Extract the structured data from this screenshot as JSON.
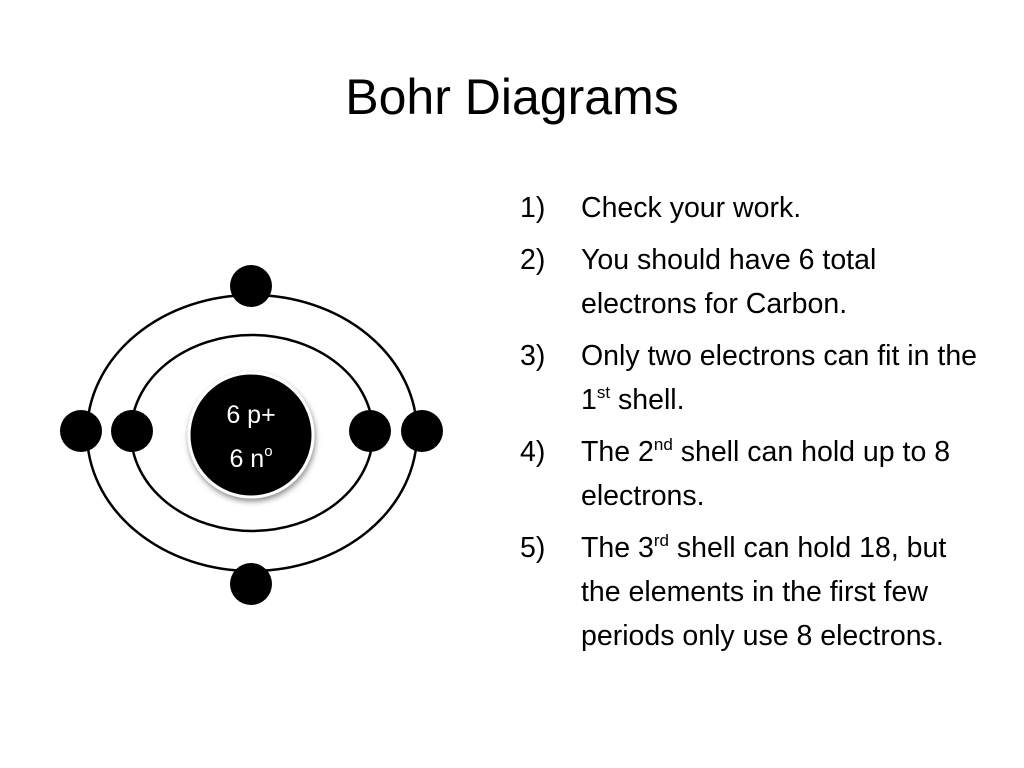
{
  "slide": {
    "title": "Bohr Diagrams"
  },
  "nucleus": {
    "protons": "6 p+",
    "neutrons_base": "6 n",
    "neutrons_sup": "o"
  },
  "shells": {
    "first_shell_electrons": 2,
    "second_shell_electrons": 4
  },
  "steps": [
    {
      "num": "1)",
      "segments": [
        {
          "t": "Check your work."
        }
      ]
    },
    {
      "num": "2)",
      "segments": [
        {
          "t": "You should have 6 total electrons for Carbon."
        }
      ]
    },
    {
      "num": "3)",
      "segments": [
        {
          "t": "Only two electrons can fit in the 1"
        },
        {
          "sup": "st"
        },
        {
          "t": " shell."
        }
      ]
    },
    {
      "num": "4)",
      "segments": [
        {
          "t": "The 2"
        },
        {
          "sup": "nd"
        },
        {
          "t": " shell can hold up to 8 electrons."
        }
      ]
    },
    {
      "num": "5)",
      "segments": [
        {
          "t": "The 3"
        },
        {
          "sup": "rd"
        },
        {
          "t": " shell can hold 18, but the elements in the first few periods only use 8 electrons."
        }
      ]
    }
  ]
}
